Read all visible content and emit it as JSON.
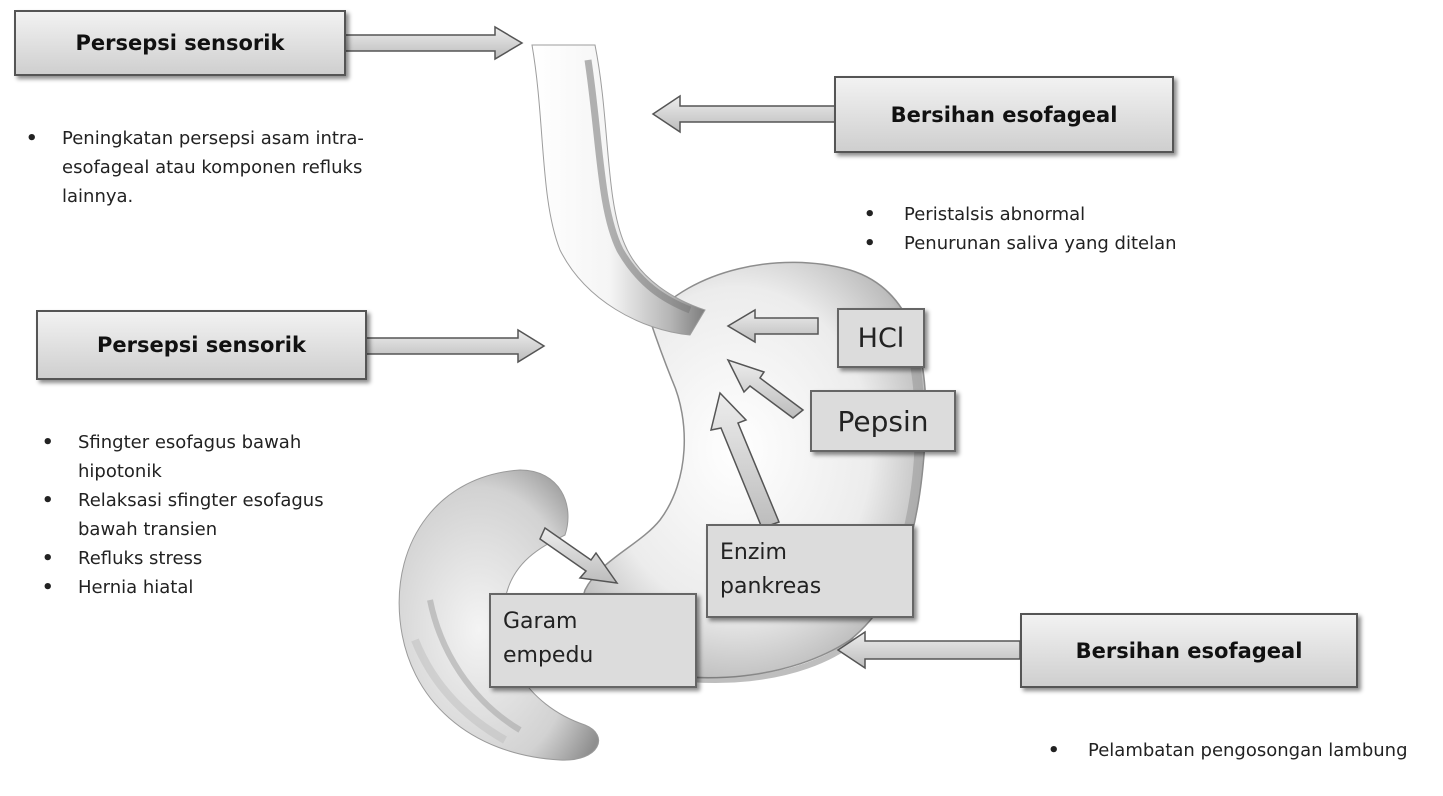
{
  "boxes": {
    "top_left": "Persepsi sensorik",
    "mid_left": "Persepsi sensorik",
    "top_right": "Bersihan esofageal",
    "bottom_right": "Bersihan esofageal"
  },
  "agents": {
    "hcl": "HCl",
    "pepsin": "Pepsin",
    "enzim": [
      "Enzim",
      "pankreas"
    ],
    "garam": [
      "Garam",
      "empedu"
    ]
  },
  "bullets": {
    "top_left": [
      "Peningkatan persepsi asam intra-esofageal atau komponen refluks lainnya."
    ],
    "mid_left": [
      "Sfingter esofagus bawah hipotonik",
      "Relaksasi sfingter esofagus bawah transien",
      "Refluks stress",
      "Hernia hiatal"
    ],
    "top_right": [
      "Peristalsis abnormal",
      "Penurunan saliva yang ditelan"
    ],
    "bottom_right": [
      "Pelambatan pengosongan lambung"
    ]
  },
  "colors": {
    "box_fill": "#dcdcdc",
    "box_border": "#555555",
    "arrow_fill": "#d6d6d6",
    "organ_shade": "#9a9a9a"
  },
  "icons": {
    "organ": "esophagus-stomach-illustration",
    "arrows": "block-arrow"
  }
}
